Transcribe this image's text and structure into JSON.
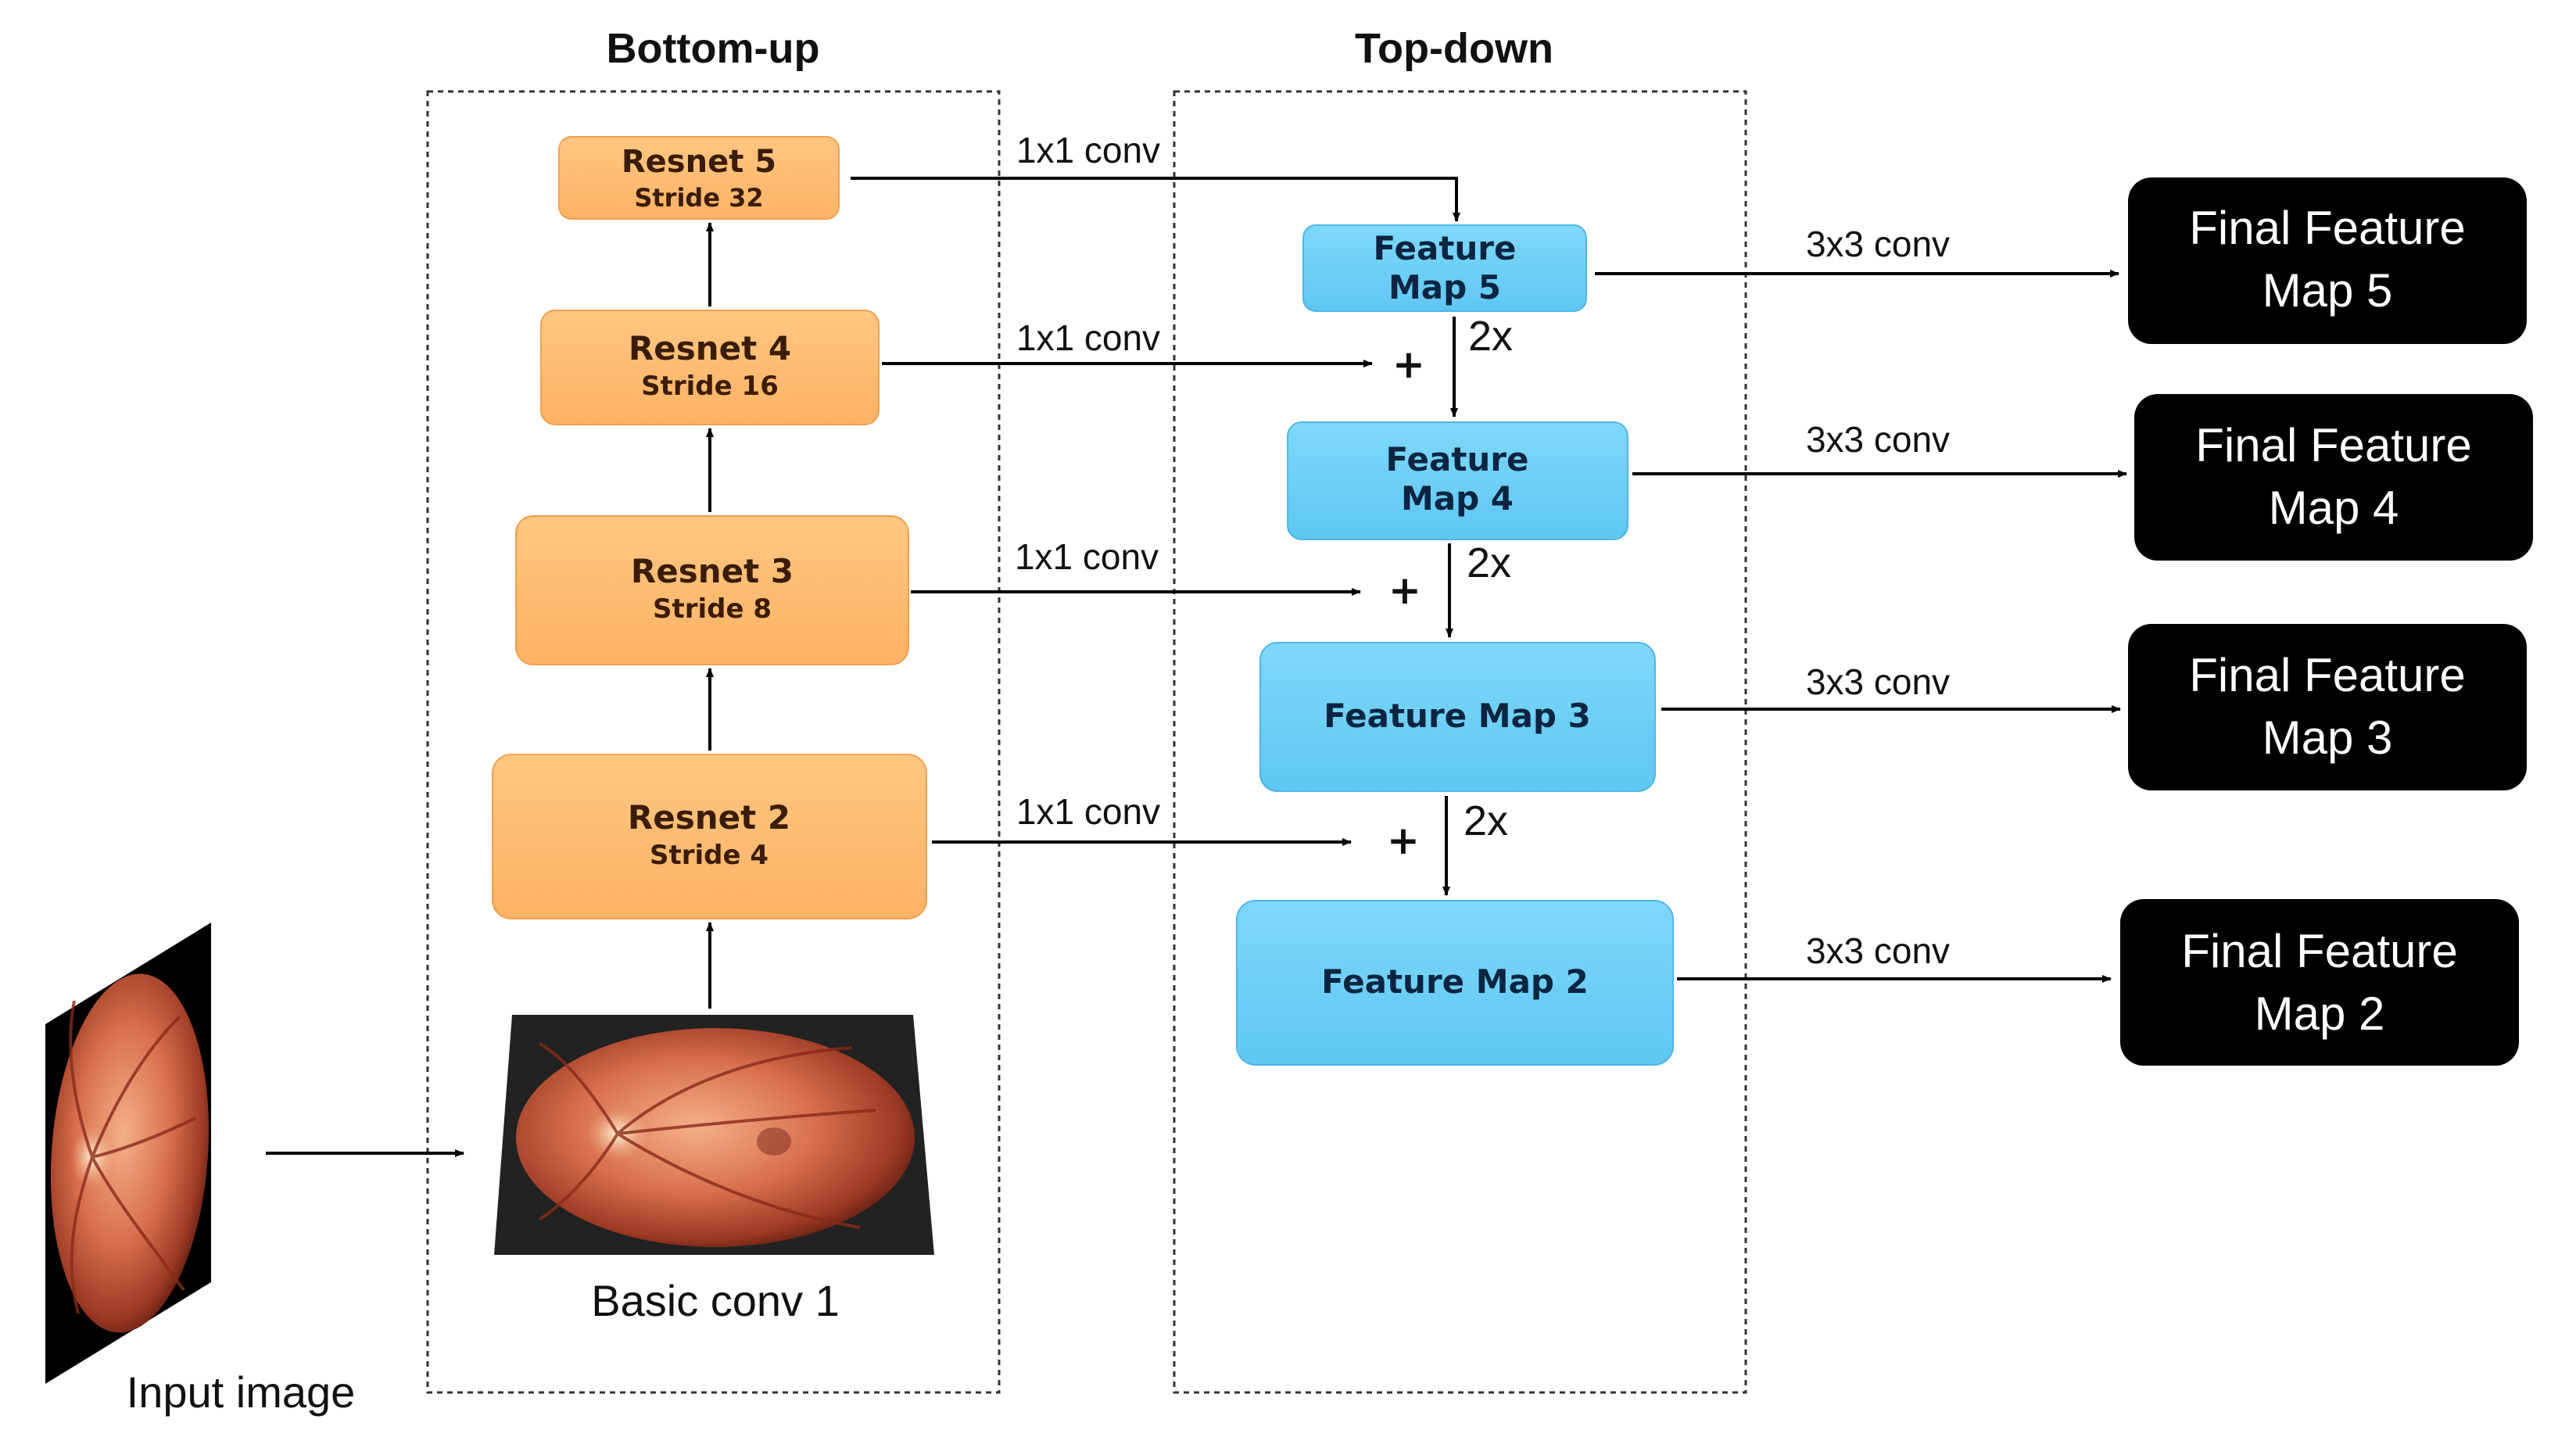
{
  "titles": {
    "bottom_up": "Bottom-up",
    "top_down": "Top-down"
  },
  "bottom_up": [
    {
      "name": "Resnet 5",
      "stride": "Stride 32"
    },
    {
      "name": "Resnet 4",
      "stride": "Stride 16"
    },
    {
      "name": "Resnet 3",
      "stride": "Stride 8"
    },
    {
      "name": "Resnet 2",
      "stride": "Stride 4"
    }
  ],
  "basic_conv_label": "Basic conv 1",
  "input_image_label": "Input image",
  "top_down": [
    {
      "line1": "Feature",
      "line2": "Map 5"
    },
    {
      "line1": "Feature",
      "line2": "Map 4"
    },
    {
      "line1": "Feature Map 3"
    },
    {
      "line1": "Feature Map 2"
    }
  ],
  "final_maps": [
    {
      "line1": "Final Feature",
      "line2": "Map 5"
    },
    {
      "line1": "Final Feature",
      "line2": "Map 4"
    },
    {
      "line1": "Final Feature",
      "line2": "Map 3"
    },
    {
      "line1": "Final Feature",
      "line2": "Map 2"
    }
  ],
  "lateral_label": "1x1 conv",
  "output_label": "3x3 conv",
  "upsample_label": "2x",
  "merge_symbol": "+",
  "colors": {
    "bottom_up_box": "#ffbd73",
    "top_down_box": "#6fd0f7",
    "final_box": "#000000",
    "dashed_border": "#333333"
  }
}
